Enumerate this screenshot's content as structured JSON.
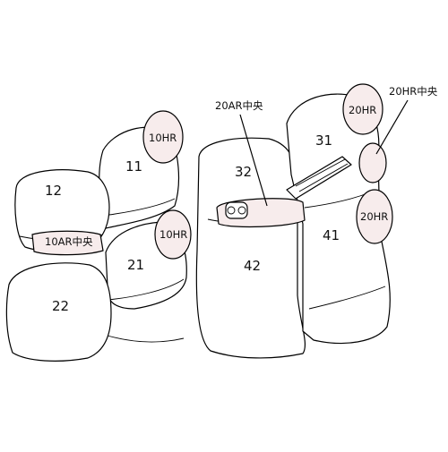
{
  "parts": {
    "p11": "11",
    "p12": "12",
    "p21": "21",
    "p22": "22",
    "p31": "31",
    "p32": "32",
    "p41": "41",
    "p42": "42"
  },
  "headrests": {
    "hr10_upper": "10HR",
    "hr10_lower": "10HR",
    "hr20_upper": "20HR",
    "hr20_lower": "20HR"
  },
  "armrests": {
    "ar10_center": "10AR中央",
    "ar20_center": "20AR中央",
    "hr20_center": "20HR中央"
  }
}
